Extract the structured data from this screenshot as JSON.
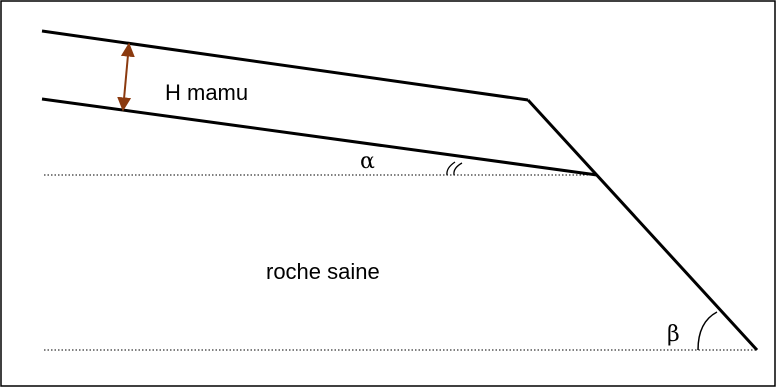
{
  "labels": {
    "thickness": "H mamu",
    "rock": "roche saine",
    "alpha": "α",
    "beta": "β"
  },
  "colors": {
    "frame": "#000000",
    "lines": "#000000",
    "arrow": "#8B3A0F",
    "dotted": "#000000",
    "background": "#ffffff"
  }
}
